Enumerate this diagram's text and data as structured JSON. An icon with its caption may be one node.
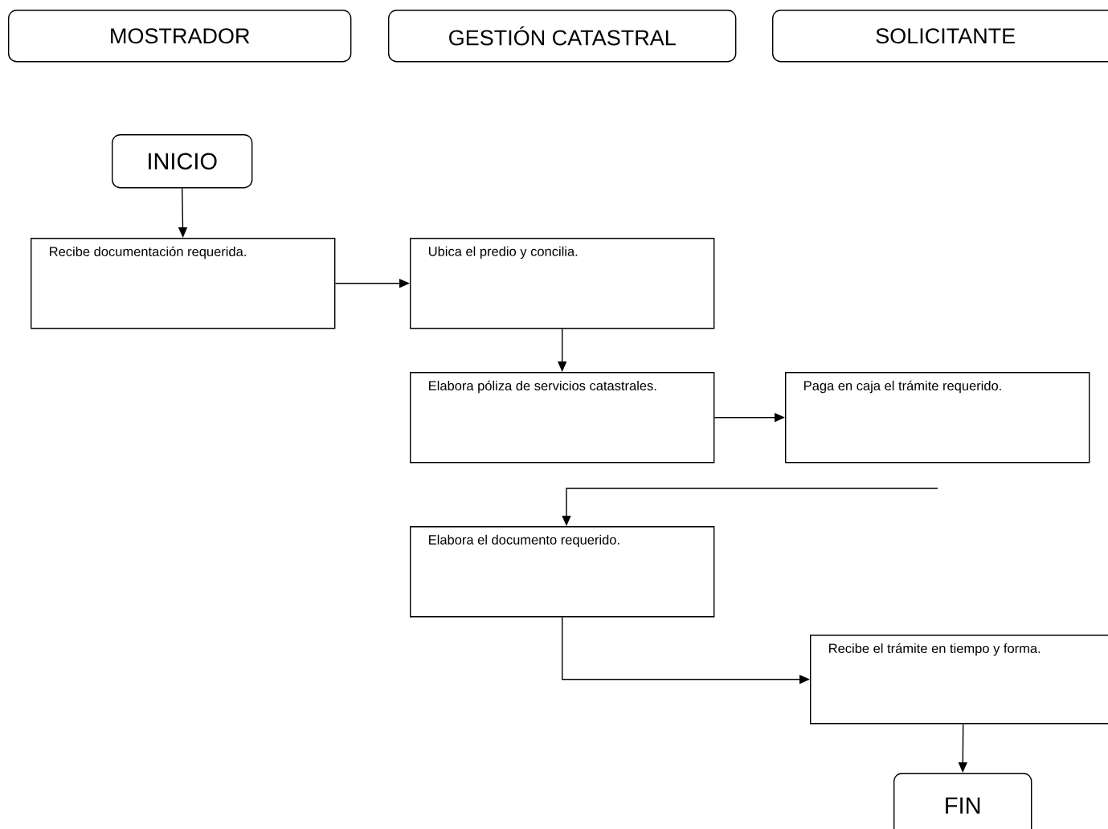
{
  "diagram": {
    "nodes": [
      {
        "text": [
          "MOSTRADOR"
        ]
      },
      {
        "text": [
          "GESTIÓN CATASTRAL"
        ]
      },
      {
        "text": [
          "SOLICITANTE"
        ]
      },
      {
        "text": [
          "INICIO"
        ]
      },
      {
        "text": [
          "Recibe documentación requerida."
        ]
      },
      {
        "text": [
          "Ubica el predio y concilia."
        ]
      },
      {
        "text": [
          "Elabora póliza de servicios catastrales."
        ]
      },
      {
        "text": [
          "Paga en caja el trámite requerido."
        ]
      },
      {
        "text": [
          "Elabora el documento requerido."
        ]
      },
      {
        "text": [
          "Recibe el trámite en tiempo y forma."
        ]
      },
      {
        "text": [
          "FIN"
        ]
      }
    ],
    "edges": [
      {
        "from": 3,
        "to": 4,
        "arrow": "to"
      },
      {
        "from": 4,
        "to": 5,
        "arrow": "to"
      },
      {
        "from": 5,
        "to": 6,
        "arrow": "to"
      },
      {
        "from": 6,
        "to": 7,
        "arrow": "to"
      },
      {
        "from": null,
        "to": 8,
        "arrow": "to"
      },
      {
        "from": 8,
        "to": 9,
        "arrow": "to"
      },
      {
        "from": 9,
        "to": 10,
        "arrow": "to"
      }
    ]
  }
}
